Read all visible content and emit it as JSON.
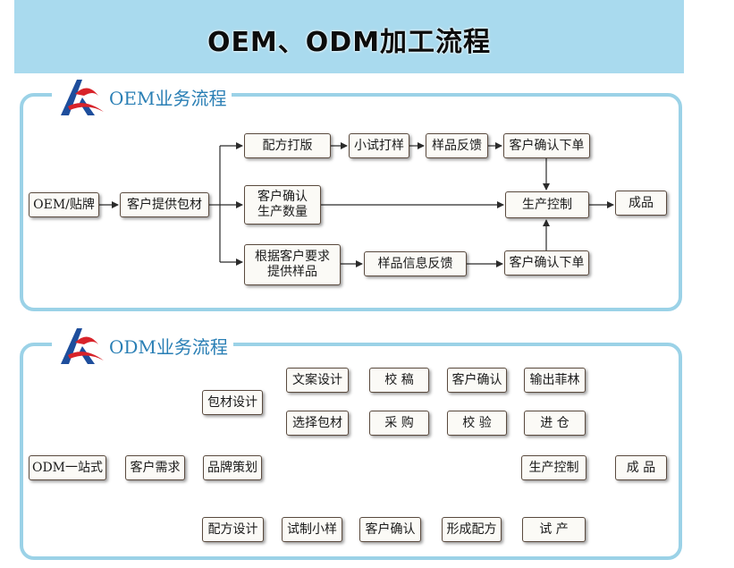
{
  "header": {
    "title": "OEM、ODM加工流程"
  },
  "oem": {
    "section_title": "OEM业务流程",
    "nodes": {
      "start": "OEM/贴牌",
      "supply": "客户提供包材",
      "formula": "配方打版",
      "trial": "小试打样",
      "feedback": "样品反馈",
      "confirm_order": "客户确认下单",
      "confirm_qty": "客户确认\n生产数量",
      "production": "生产控制",
      "product": "成品",
      "sample": "根据客户要求\n提供样品",
      "sample_feedback": "样品信息反馈",
      "confirm_order2": "客户确认下单"
    }
  },
  "odm": {
    "section_title": "ODM业务流程",
    "nodes": {
      "start": "ODM一站式",
      "demand": "客户需求",
      "brand": "品牌策划",
      "package_design": "包材设计",
      "copy_design": "文案设计",
      "proof": "校  稿",
      "customer_confirm": "客户确认",
      "film": "输出菲林",
      "select_package": "选择包材",
      "purchase": "采  购",
      "inspect": "校  验",
      "stock": "进  仓",
      "production": "生产控制",
      "product": "成  品",
      "formula_design": "配方设计",
      "trial_sample": "试制小样",
      "customer_confirm2": "客户确认",
      "form_formula": "形成配方",
      "trial_production": "试  产"
    }
  }
}
